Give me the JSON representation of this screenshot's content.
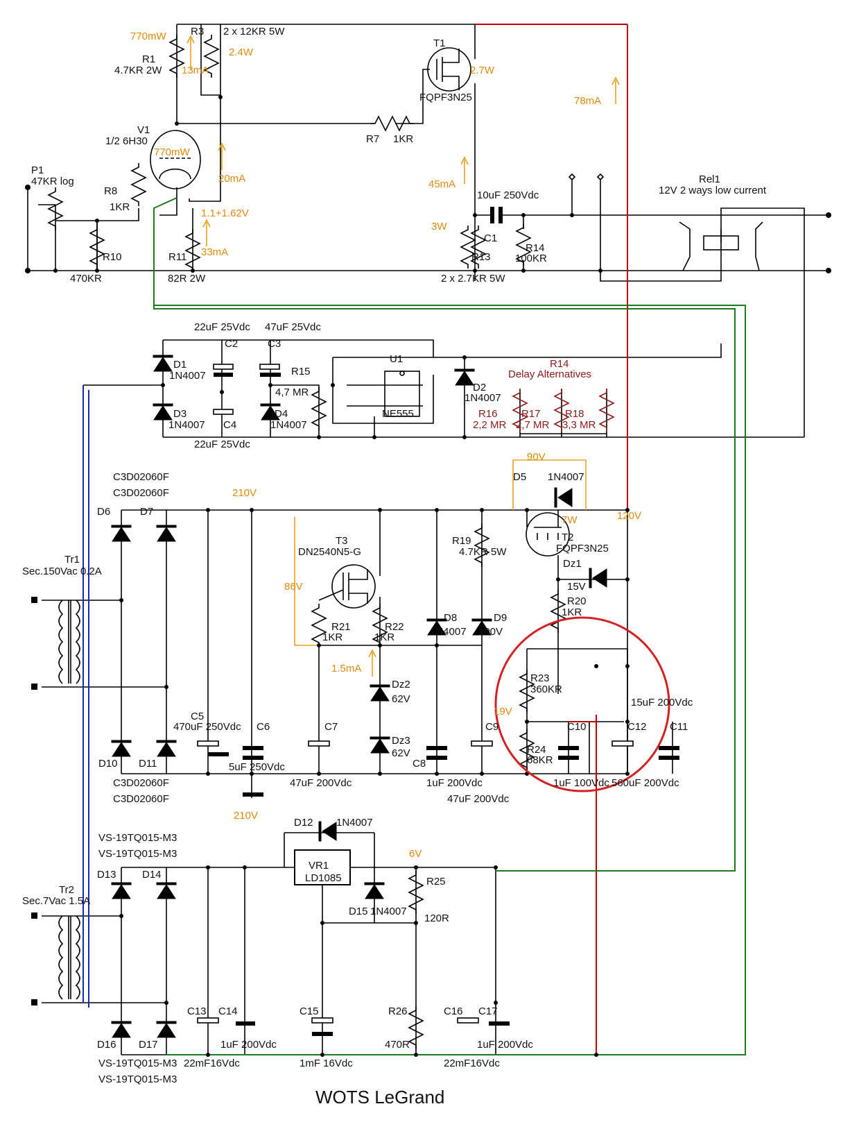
{
  "title": "WOTS LeGrand",
  "colors": {
    "wire": "#000000",
    "heater_wire": "#1f7a1f",
    "transformer_wire": "#1a2ab0",
    "supply_wire": "#c00000",
    "annotation": "#e08a10",
    "alt_resistors": "#8b1a1a",
    "highlight_circle": "#d42020"
  },
  "labels": [
    {
      "id": "l1",
      "text": "770mW",
      "cls": "or"
    },
    {
      "id": "l2",
      "text": "R3",
      "cls": ""
    },
    {
      "id": "l3",
      "text": "2 x 12KR 5W",
      "cls": ""
    },
    {
      "id": "l4",
      "text": "T1",
      "cls": ""
    },
    {
      "id": "l5",
      "text": "2.4W",
      "cls": "or"
    },
    {
      "id": "l6",
      "text": "R1",
      "cls": ""
    },
    {
      "id": "l7",
      "text": "4.7KR 2W",
      "cls": ""
    },
    {
      "id": "l8",
      "text": "13mA",
      "cls": "or"
    },
    {
      "id": "l9",
      "text": "2.7W",
      "cls": "or"
    },
    {
      "id": "l10",
      "text": "FQPF3N25",
      "cls": ""
    },
    {
      "id": "l11",
      "text": "78mA",
      "cls": "or"
    },
    {
      "id": "l12",
      "text": "V1",
      "cls": ""
    },
    {
      "id": "l13",
      "text": "1/2 6H30",
      "cls": ""
    },
    {
      "id": "l14",
      "text": "R7",
      "cls": ""
    },
    {
      "id": "l15",
      "text": "1KR",
      "cls": ""
    },
    {
      "id": "l16",
      "text": "770mW",
      "cls": "or"
    },
    {
      "id": "l17",
      "text": "P1",
      "cls": ""
    },
    {
      "id": "l18",
      "text": "47KR log",
      "cls": ""
    },
    {
      "id": "l19",
      "text": "20mA",
      "cls": "or"
    },
    {
      "id": "l20",
      "text": "45mA",
      "cls": "or"
    },
    {
      "id": "l21",
      "text": "R8",
      "cls": ""
    },
    {
      "id": "l22",
      "text": "1KR",
      "cls": ""
    },
    {
      "id": "l23",
      "text": "1.1+1.62V",
      "cls": "or"
    },
    {
      "id": "l24",
      "text": "10uF 250Vdc",
      "cls": ""
    },
    {
      "id": "l25",
      "text": "Rel1",
      "cls": ""
    },
    {
      "id": "l26",
      "text": "12V 2 ways low current",
      "cls": ""
    },
    {
      "id": "l27",
      "text": "3W",
      "cls": "or"
    },
    {
      "id": "l28",
      "text": "C1",
      "cls": ""
    },
    {
      "id": "l29",
      "text": "R14",
      "cls": ""
    },
    {
      "id": "l30",
      "text": "100KR",
      "cls": ""
    },
    {
      "id": "l31",
      "text": "R10",
      "cls": ""
    },
    {
      "id": "l32",
      "text": "R11",
      "cls": ""
    },
    {
      "id": "l33",
      "text": "33mA",
      "cls": "or"
    },
    {
      "id": "l34",
      "text": "R13",
      "cls": ""
    },
    {
      "id": "l35",
      "text": "470KR",
      "cls": ""
    },
    {
      "id": "l36",
      "text": "82R 2W",
      "cls": ""
    },
    {
      "id": "l37",
      "text": "2 x 2.7KR 5W",
      "cls": ""
    },
    {
      "id": "l38",
      "text": "22uF 25Vdc",
      "cls": ""
    },
    {
      "id": "l39",
      "text": "47uF 25Vdc",
      "cls": ""
    },
    {
      "id": "l40",
      "text": "C2",
      "cls": ""
    },
    {
      "id": "l41",
      "text": "C3",
      "cls": ""
    },
    {
      "id": "l42",
      "text": "D1",
      "cls": ""
    },
    {
      "id": "l43",
      "text": "1N4007",
      "cls": ""
    },
    {
      "id": "l44",
      "text": "R15",
      "cls": ""
    },
    {
      "id": "l45",
      "text": "U1",
      "cls": ""
    },
    {
      "id": "l46",
      "text": "R14",
      "cls": "dr"
    },
    {
      "id": "l47",
      "text": "Delay Alternatives",
      "cls": "dr"
    },
    {
      "id": "l48",
      "text": "4,7 MR",
      "cls": ""
    },
    {
      "id": "l49",
      "text": "D2",
      "cls": ""
    },
    {
      "id": "l50",
      "text": "1N4007",
      "cls": ""
    },
    {
      "id": "l51",
      "text": "D3",
      "cls": ""
    },
    {
      "id": "l52",
      "text": "D4",
      "cls": ""
    },
    {
      "id": "l53",
      "text": "NE555",
      "cls": ""
    },
    {
      "id": "l54",
      "text": "R16",
      "cls": "dr"
    },
    {
      "id": "l55",
      "text": "R17",
      "cls": "dr"
    },
    {
      "id": "l56",
      "text": "R18",
      "cls": "dr"
    },
    {
      "id": "l57",
      "text": "1N4007",
      "cls": ""
    },
    {
      "id": "l58",
      "text": "C4",
      "cls": ""
    },
    {
      "id": "l59",
      "text": "1N4007",
      "cls": ""
    },
    {
      "id": "l60",
      "text": "2,2 MR",
      "cls": "dr"
    },
    {
      "id": "l61",
      "text": "2,7 MR",
      "cls": "dr"
    },
    {
      "id": "l62",
      "text": "3,3 MR",
      "cls": "dr"
    },
    {
      "id": "l63",
      "text": "22uF 25Vdc",
      "cls": ""
    },
    {
      "id": "l64",
      "text": "90V",
      "cls": "or"
    },
    {
      "id": "l65",
      "text": "C3D02060F",
      "cls": ""
    },
    {
      "id": "l66",
      "text": "D5",
      "cls": ""
    },
    {
      "id": "l67",
      "text": "1N4007",
      "cls": ""
    },
    {
      "id": "l68",
      "text": "C3D02060F",
      "cls": ""
    },
    {
      "id": "l69",
      "text": "210V",
      "cls": "or"
    },
    {
      "id": "l70",
      "text": "D6",
      "cls": ""
    },
    {
      "id": "l71",
      "text": "D7",
      "cls": ""
    },
    {
      "id": "l72",
      "text": "7W",
      "cls": "or"
    },
    {
      "id": "l73",
      "text": "120V",
      "cls": "or"
    },
    {
      "id": "l74",
      "text": "R19",
      "cls": ""
    },
    {
      "id": "l75",
      "text": "T2",
      "cls": ""
    },
    {
      "id": "l76",
      "text": "T3",
      "cls": ""
    },
    {
      "id": "l77",
      "text": "4.7KR 5W",
      "cls": ""
    },
    {
      "id": "l78",
      "text": "FQPF3N25",
      "cls": ""
    },
    {
      "id": "l79",
      "text": "DN2540N5-G",
      "cls": ""
    },
    {
      "id": "l80",
      "text": "Tr1",
      "cls": ""
    },
    {
      "id": "l81",
      "text": "Sec.150Vac 0.2A",
      "cls": ""
    },
    {
      "id": "l82",
      "text": "Dz1",
      "cls": ""
    },
    {
      "id": "l83",
      "text": "15V",
      "cls": ""
    },
    {
      "id": "l84",
      "text": "86V",
      "cls": "or"
    },
    {
      "id": "l85",
      "text": "R20",
      "cls": ""
    },
    {
      "id": "l86",
      "text": "1KR",
      "cls": ""
    },
    {
      "id": "l87",
      "text": "D8",
      "cls": ""
    },
    {
      "id": "l88",
      "text": "D9",
      "cls": ""
    },
    {
      "id": "l89",
      "text": "R21",
      "cls": ""
    },
    {
      "id": "l90",
      "text": "R22",
      "cls": ""
    },
    {
      "id": "l91",
      "text": "1N4007",
      "cls": ""
    },
    {
      "id": "l92",
      "text": "100V",
      "cls": ""
    },
    {
      "id": "l93",
      "text": "1KR",
      "cls": ""
    },
    {
      "id": "l94",
      "text": "1KR",
      "cls": ""
    },
    {
      "id": "l95",
      "text": "1.5mA",
      "cls": "or"
    },
    {
      "id": "l96",
      "text": "R23",
      "cls": ""
    },
    {
      "id": "l97",
      "text": "360KR",
      "cls": ""
    },
    {
      "id": "l98",
      "text": "Dz2",
      "cls": ""
    },
    {
      "id": "l99",
      "text": "62V",
      "cls": ""
    },
    {
      "id": "l100",
      "text": "15uF 200Vdc",
      "cls": ""
    },
    {
      "id": "l101",
      "text": "19V",
      "cls": "or"
    },
    {
      "id": "l102",
      "text": "C5",
      "cls": ""
    },
    {
      "id": "l103",
      "text": "470uF 250Vdc",
      "cls": ""
    },
    {
      "id": "l104",
      "text": "C6",
      "cls": ""
    },
    {
      "id": "l105",
      "text": "C7",
      "cls": ""
    },
    {
      "id": "l106",
      "text": "C9",
      "cls": ""
    },
    {
      "id": "l107",
      "text": "C10",
      "cls": ""
    },
    {
      "id": "l108",
      "text": "C12",
      "cls": ""
    },
    {
      "id": "l109",
      "text": "C11",
      "cls": ""
    },
    {
      "id": "l110",
      "text": "Dz3",
      "cls": ""
    },
    {
      "id": "l111",
      "text": "R24",
      "cls": ""
    },
    {
      "id": "l112",
      "text": "62V",
      "cls": ""
    },
    {
      "id": "l113",
      "text": "68KR",
      "cls": ""
    },
    {
      "id": "l114",
      "text": "D10",
      "cls": ""
    },
    {
      "id": "l115",
      "text": "D11",
      "cls": ""
    },
    {
      "id": "l116",
      "text": "5uF 250Vdc",
      "cls": ""
    },
    {
      "id": "l117",
      "text": "C8",
      "cls": ""
    },
    {
      "id": "l118",
      "text": "C3D02060F",
      "cls": ""
    },
    {
      "id": "l119",
      "text": "47uF 200Vdc",
      "cls": ""
    },
    {
      "id": "l120",
      "text": "1uF 200Vdc",
      "cls": ""
    },
    {
      "id": "l121",
      "text": "1uF 100Vdc",
      "cls": ""
    },
    {
      "id": "l122",
      "text": "560uF 200Vdc",
      "cls": ""
    },
    {
      "id": "l123",
      "text": "C3D02060F",
      "cls": ""
    },
    {
      "id": "l124",
      "text": "47uF 200Vdc",
      "cls": ""
    },
    {
      "id": "l125",
      "text": "210V",
      "cls": "or"
    },
    {
      "id": "l126",
      "text": "D12",
      "cls": ""
    },
    {
      "id": "l127",
      "text": "1N4007",
      "cls": ""
    },
    {
      "id": "l128",
      "text": "VS-19TQ015-M3",
      "cls": ""
    },
    {
      "id": "l129",
      "text": "VS-19TQ015-M3",
      "cls": ""
    },
    {
      "id": "l130",
      "text": "6V",
      "cls": "or"
    },
    {
      "id": "l131",
      "text": "VR1",
      "cls": ""
    },
    {
      "id": "l132",
      "text": "D13",
      "cls": ""
    },
    {
      "id": "l133",
      "text": "D14",
      "cls": ""
    },
    {
      "id": "l134",
      "text": "LD1085",
      "cls": ""
    },
    {
      "id": "l135",
      "text": "R25",
      "cls": ""
    },
    {
      "id": "l136",
      "text": "Tr2",
      "cls": ""
    },
    {
      "id": "l137",
      "text": "Sec.7Vac 1.5A",
      "cls": ""
    },
    {
      "id": "l138",
      "text": "D15",
      "cls": ""
    },
    {
      "id": "l139",
      "text": "1N4007",
      "cls": ""
    },
    {
      "id": "l140",
      "text": "120R",
      "cls": ""
    },
    {
      "id": "l141",
      "text": "C13",
      "cls": ""
    },
    {
      "id": "l142",
      "text": "C14",
      "cls": ""
    },
    {
      "id": "l143",
      "text": "C15",
      "cls": ""
    },
    {
      "id": "l144",
      "text": "R26",
      "cls": ""
    },
    {
      "id": "l145",
      "text": "C16",
      "cls": ""
    },
    {
      "id": "l146",
      "text": "C17",
      "cls": ""
    },
    {
      "id": "l147",
      "text": "D16",
      "cls": ""
    },
    {
      "id": "l148",
      "text": "D17",
      "cls": ""
    },
    {
      "id": "l149",
      "text": "1uF 200Vdc",
      "cls": ""
    },
    {
      "id": "l150",
      "text": "470R",
      "cls": ""
    },
    {
      "id": "l151",
      "text": "1uF 200Vdc",
      "cls": ""
    },
    {
      "id": "l152",
      "text": "VS-19TQ015-M3",
      "cls": ""
    },
    {
      "id": "l153",
      "text": "22mF16Vdc",
      "cls": ""
    },
    {
      "id": "l154",
      "text": "1mF 16Vdc",
      "cls": ""
    },
    {
      "id": "l155",
      "text": "22mF16Vdc",
      "cls": ""
    },
    {
      "id": "l156",
      "text": "VS-19TQ015-M3",
      "cls": ""
    }
  ]
}
